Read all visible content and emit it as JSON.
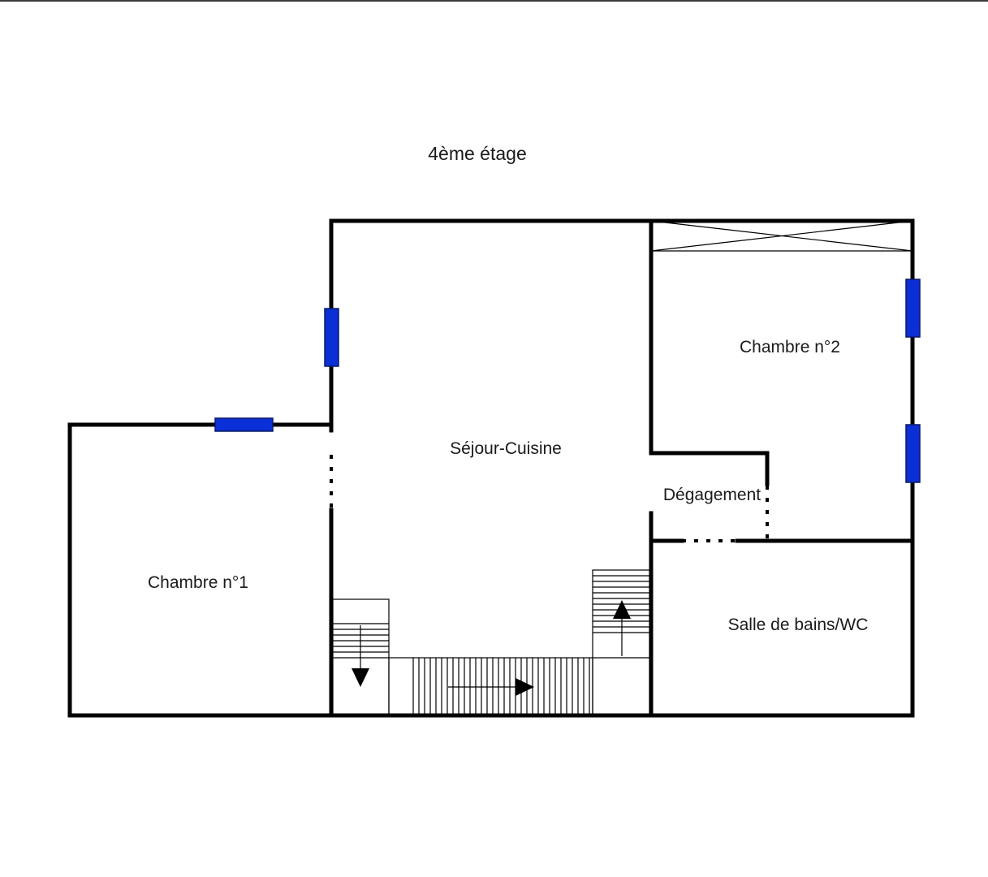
{
  "floor": {
    "title": "4ème étage"
  },
  "rooms": [
    {
      "key": "chambre1",
      "label": "Chambre n°1"
    },
    {
      "key": "sejour",
      "label": "Séjour-Cuisine"
    },
    {
      "key": "chambre2",
      "label": "Chambre n°2"
    },
    {
      "key": "degagement",
      "label": "Dégagement"
    },
    {
      "key": "sdb",
      "label": "Salle de bains/WC"
    }
  ],
  "colors": {
    "wall": "#000000",
    "window": "#0b2fd6",
    "window_stroke": "#0a1a66",
    "background": "#ffffff"
  }
}
